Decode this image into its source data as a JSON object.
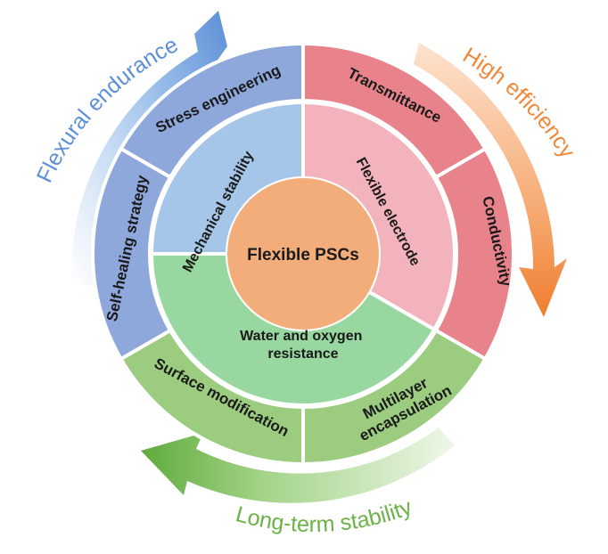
{
  "center": {
    "label": "Flexible PSCs",
    "color": "#f2ad7b"
  },
  "inner_ring": [
    {
      "label": "Mechanical stability",
      "color": "#a5c6e8"
    },
    {
      "label": "Flexible electrode",
      "color": "#f3b3bc"
    },
    {
      "label_lines": [
        "Water and oxygen",
        "resistance"
      ],
      "color": "#98d7a0"
    }
  ],
  "outer_ring": [
    {
      "label": "Stress engineering",
      "color": "#8ea8dc"
    },
    {
      "label": "Transmittance",
      "color": "#e8838b"
    },
    {
      "label": "Conductivity",
      "color": "#e8838b"
    },
    {
      "label_lines": [
        "Multilayer",
        "encapsulation"
      ],
      "color": "#9bcc7f"
    },
    {
      "label": "Surface modification",
      "color": "#9bcc7f"
    },
    {
      "label": "Self-healing strategy",
      "color": "#8ea8dc"
    }
  ],
  "arrows": [
    {
      "label": "Flexural endurance",
      "color": "#5b8fd6"
    },
    {
      "label": "High efficiency",
      "color": "#f0883a"
    },
    {
      "label": "Long-term stability",
      "color": "#6cb248"
    }
  ]
}
